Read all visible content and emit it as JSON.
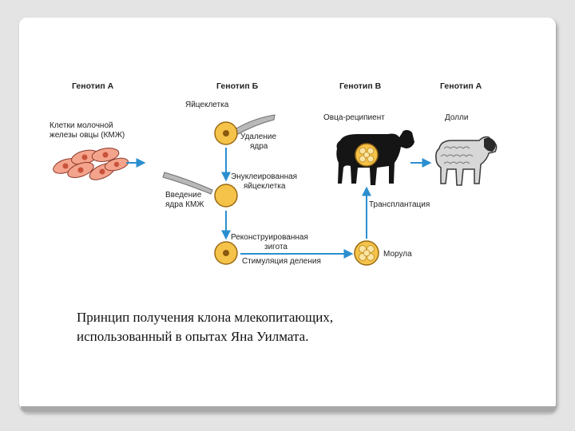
{
  "headers": {
    "genotype_a_left": "Генотип А",
    "genotype_b": "Генотип Б",
    "genotype_v": "Генотип В",
    "genotype_a_right": "Генотип А"
  },
  "labels": {
    "mammary_cells_1": "Клетки молочной",
    "mammary_cells_2": "железы овцы (КМЖ)",
    "egg_cell": "Яйцеклетка",
    "nucleus_removal_1": "Удаление",
    "nucleus_removal_2": "ядра",
    "enucleated_1": "Энуклеированная",
    "enucleated_2": "яйцеклетка",
    "nucleus_insertion_1": "Введение",
    "nucleus_insertion_2": "ядра КМЖ",
    "reconstructed_1": "Реконструированная",
    "reconstructed_2": "зигота",
    "division_stimulation": "Стимуляция деления",
    "morula": "Морула",
    "transplantation": "Трансплантация",
    "recipient_sheep": "Овца-реципиент",
    "dolly": "Долли"
  },
  "caption": {
    "line1": "Принцип получения клона млекопитающих,",
    "line2": "использованный в опытах Яна Уилмата."
  },
  "colors": {
    "cell_fill": "#f4a38c",
    "cell_nucleus": "#c8523a",
    "egg_fill": "#f6c34a",
    "egg_nucleus": "#8a5a10",
    "arrow": "#2b8fcf",
    "pipette": "#b9b9b9",
    "black_sheep": "#151515",
    "dolly_fleece": "#d7d7d7"
  }
}
